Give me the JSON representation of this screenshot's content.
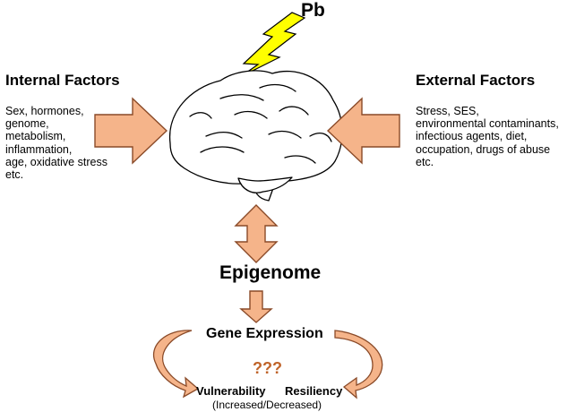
{
  "pb": "Pb",
  "internal": {
    "title": "Internal Factors",
    "items": [
      "Sex, hormones,",
      "genome,",
      "metabolism,",
      "inflammation,",
      "age, oxidative stress",
      "etc."
    ]
  },
  "external": {
    "title": "External Factors",
    "items": [
      "Stress, SES,",
      "environmental contaminants,",
      "infectious agents, diet,",
      "occupation, drugs of abuse",
      "etc."
    ]
  },
  "epigenome": "Epigenome",
  "gene_expression": "Gene Expression",
  "question": "???",
  "vulnerability": "Vulnerability",
  "resiliency": "Resiliency",
  "change": "(Increased/Decreased)",
  "colors": {
    "arrow_fill": "#f5b48a",
    "arrow_stroke": "#8a4a28",
    "lightning_fill": "#ffff00",
    "question_color": "#c0642a"
  }
}
